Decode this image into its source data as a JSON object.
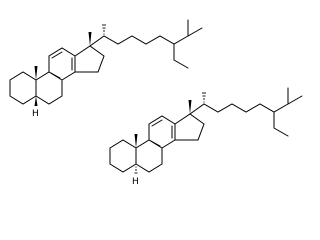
{
  "molecules": [
    {
      "stereo_h_label": "H",
      "angular_methyl_c10": "wedge",
      "angular_methyl_c13": "wedge",
      "h5_bond": "wedge",
      "c20_methyl": "hash",
      "c24_ethyl": "hash"
    },
    {
      "stereo_h_label": "H",
      "angular_methyl_c10": "wedge",
      "angular_methyl_c13": "wedge",
      "h5_bond": "hash",
      "c20_methyl": "hash",
      "c24_ethyl": "hash"
    }
  ]
}
